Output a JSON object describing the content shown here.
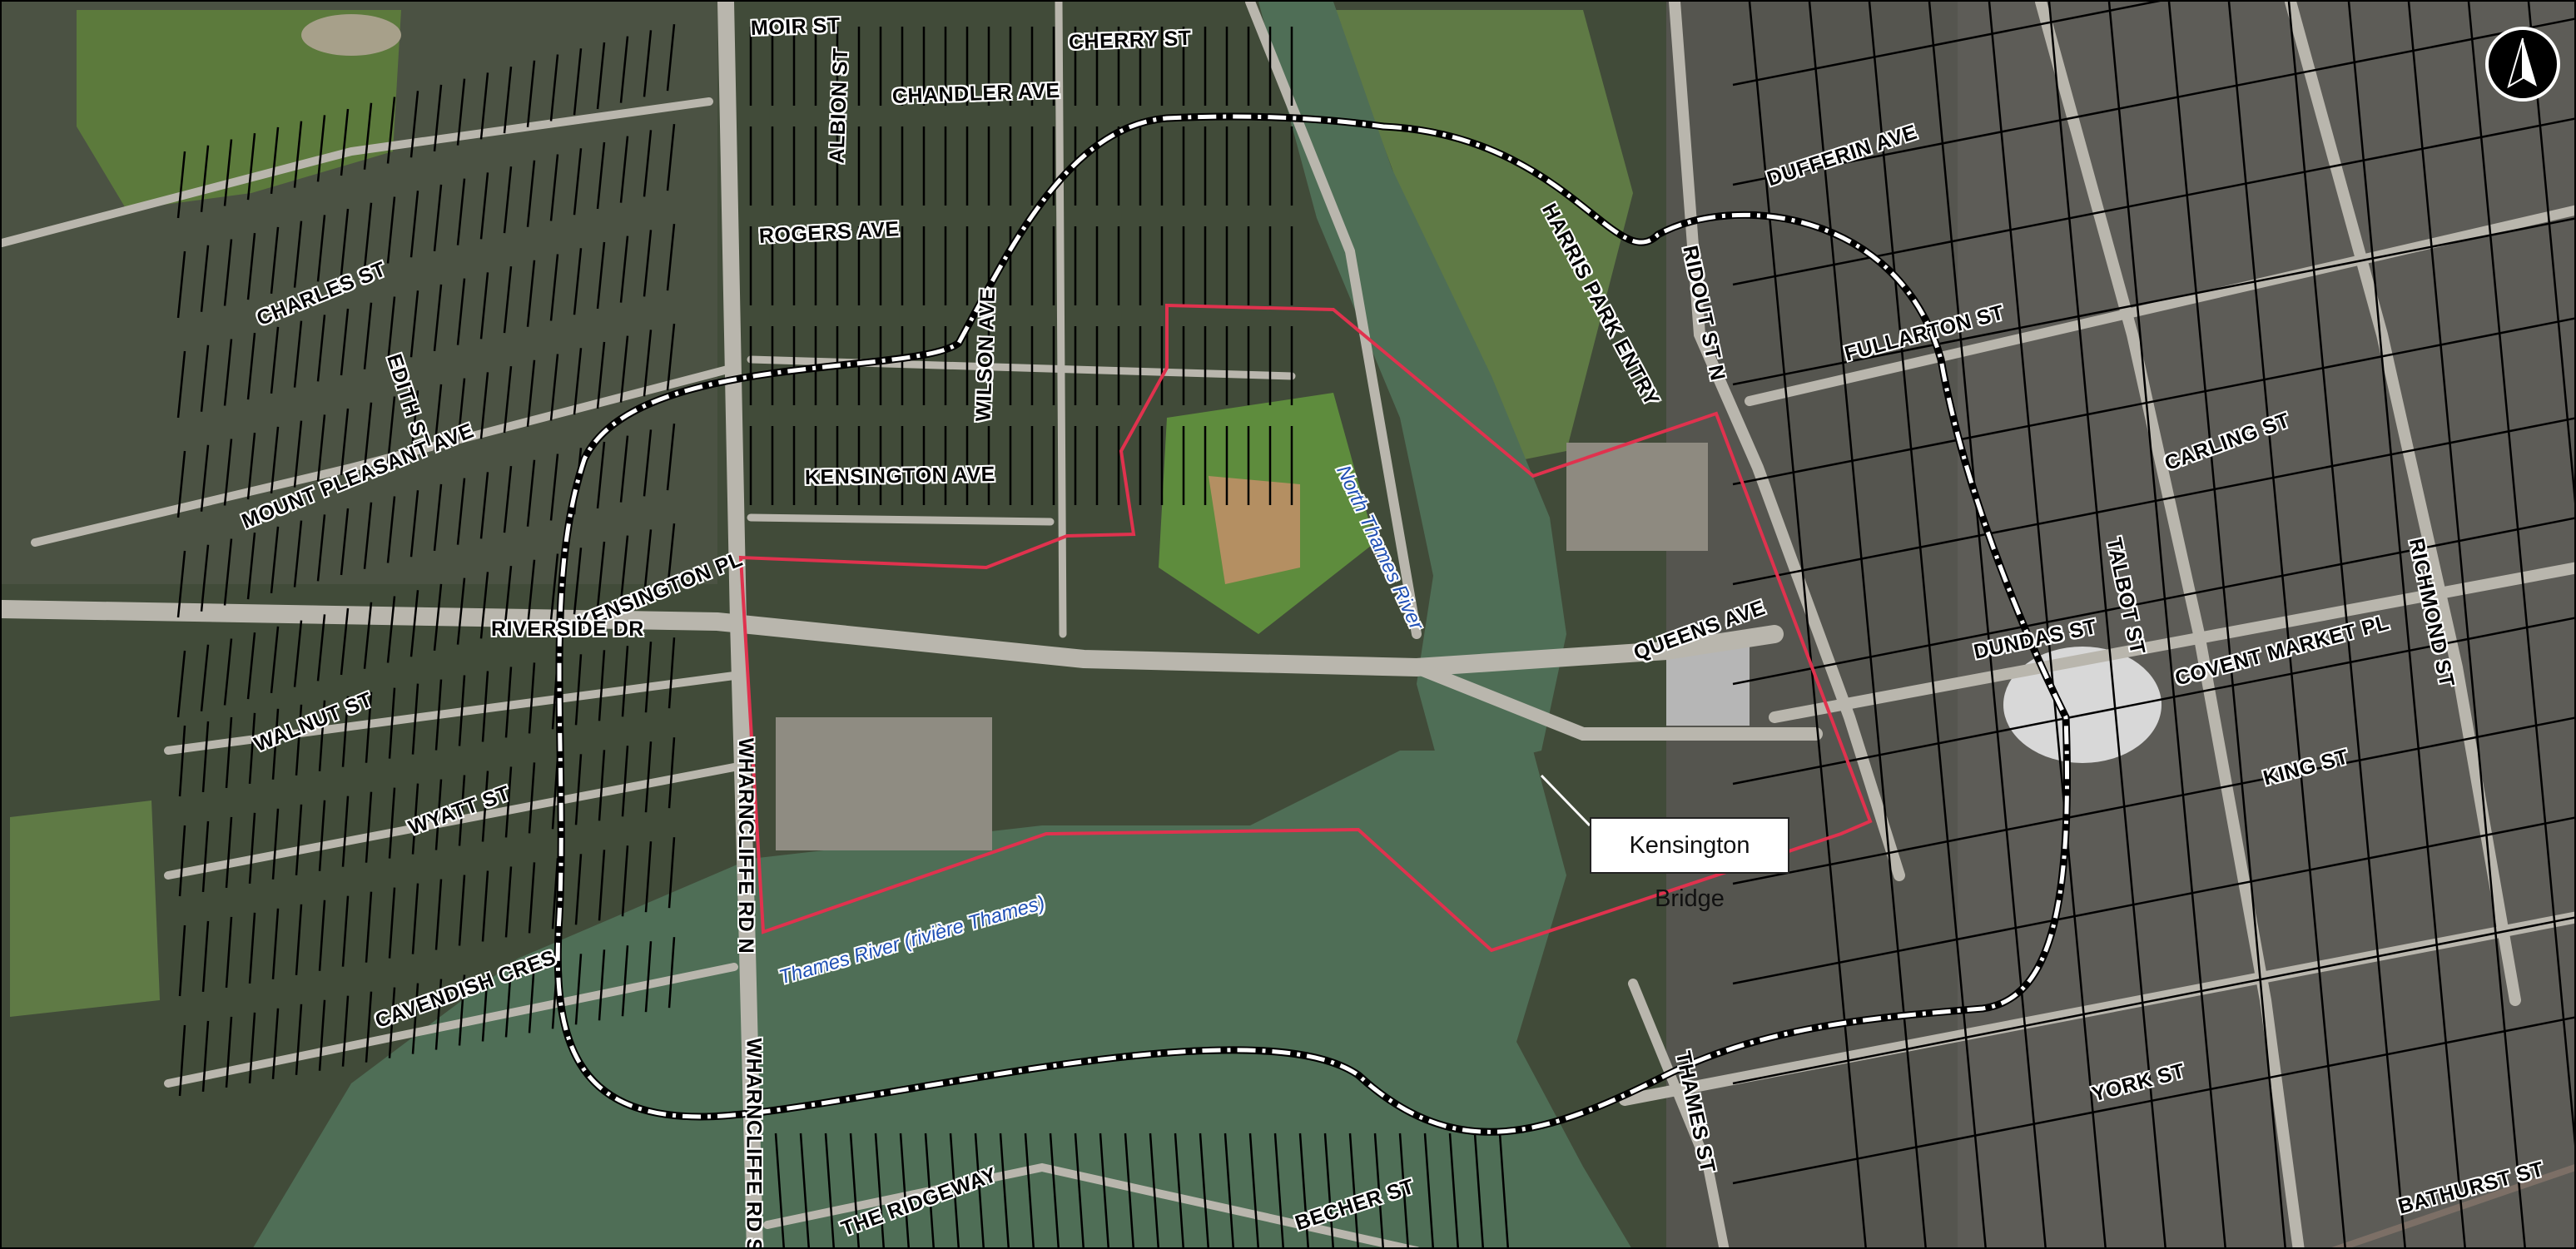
{
  "map": {
    "streets": [
      {
        "id": "moir-st",
        "text": "MOIR ST"
      },
      {
        "id": "cherry-st",
        "text": "CHERRY ST"
      },
      {
        "id": "chandler-ave",
        "text": "CHANDLER AVE"
      },
      {
        "id": "albion-st",
        "text": "ALBION ST"
      },
      {
        "id": "rogers-ave",
        "text": "ROGERS AVE"
      },
      {
        "id": "charles-st",
        "text": "CHARLES ST"
      },
      {
        "id": "edith-st",
        "text": "EDITH ST"
      },
      {
        "id": "wilson-ave",
        "text": "WILSON AVE"
      },
      {
        "id": "mount-pleasant-ave",
        "text": "MOUNT PLEASANT AVE"
      },
      {
        "id": "kensington-ave",
        "text": "KENSINGTON AVE"
      },
      {
        "id": "kensington-pl",
        "text": "KENSINGTON PL"
      },
      {
        "id": "riverside-dr",
        "text": "RIVERSIDE DR"
      },
      {
        "id": "walnut-st",
        "text": "WALNUT ST"
      },
      {
        "id": "wyatt-st",
        "text": "WYATT ST"
      },
      {
        "id": "cavendish-cres",
        "text": "CAVENDISH CRES"
      },
      {
        "id": "wharncliffe-rd-n",
        "text": "WHARNCLIFFE RD N"
      },
      {
        "id": "wharncliffe-rd-s",
        "text": "WHARNCLIFFE RD S"
      },
      {
        "id": "the-ridgeway",
        "text": "THE RIDGEWAY"
      },
      {
        "id": "becher-st",
        "text": "BECHER ST"
      },
      {
        "id": "thames-st",
        "text": "THAMES ST"
      },
      {
        "id": "harris-park-entry",
        "text": "HARRIS PARK ENTRY"
      },
      {
        "id": "ridout-st-n",
        "text": "RIDOUT ST N"
      },
      {
        "id": "dufferin-ave",
        "text": "DUFFERIN AVE"
      },
      {
        "id": "fullarton-st",
        "text": "FULLARTON ST"
      },
      {
        "id": "queens-ave",
        "text": "QUEENS AVE"
      },
      {
        "id": "dundas-st",
        "text": "DUNDAS ST"
      },
      {
        "id": "talbot-st",
        "text": "TALBOT ST"
      },
      {
        "id": "carling-st",
        "text": "CARLING ST"
      },
      {
        "id": "richmond-st",
        "text": "RICHMOND ST"
      },
      {
        "id": "covent-market-pl",
        "text": "COVENT MARKET PL"
      },
      {
        "id": "king-st",
        "text": "KING ST"
      },
      {
        "id": "york-st",
        "text": "YORK ST"
      },
      {
        "id": "bathurst-st",
        "text": "BATHURST ST"
      }
    ],
    "water": [
      {
        "id": "north-thames-river",
        "text": "North Thames River"
      },
      {
        "id": "thames-river",
        "text": "Thames River (rivière Thames)"
      }
    ],
    "callout": "Kensington Bridge",
    "colors": {
      "study_area_outline": "#e0324e",
      "buffer_line": "#ffffff",
      "river": "#4f6e56",
      "parcel_lines": "#000000",
      "water_label": "#1f4fb4"
    },
    "north_arrow_icon": "north-arrow-icon"
  }
}
